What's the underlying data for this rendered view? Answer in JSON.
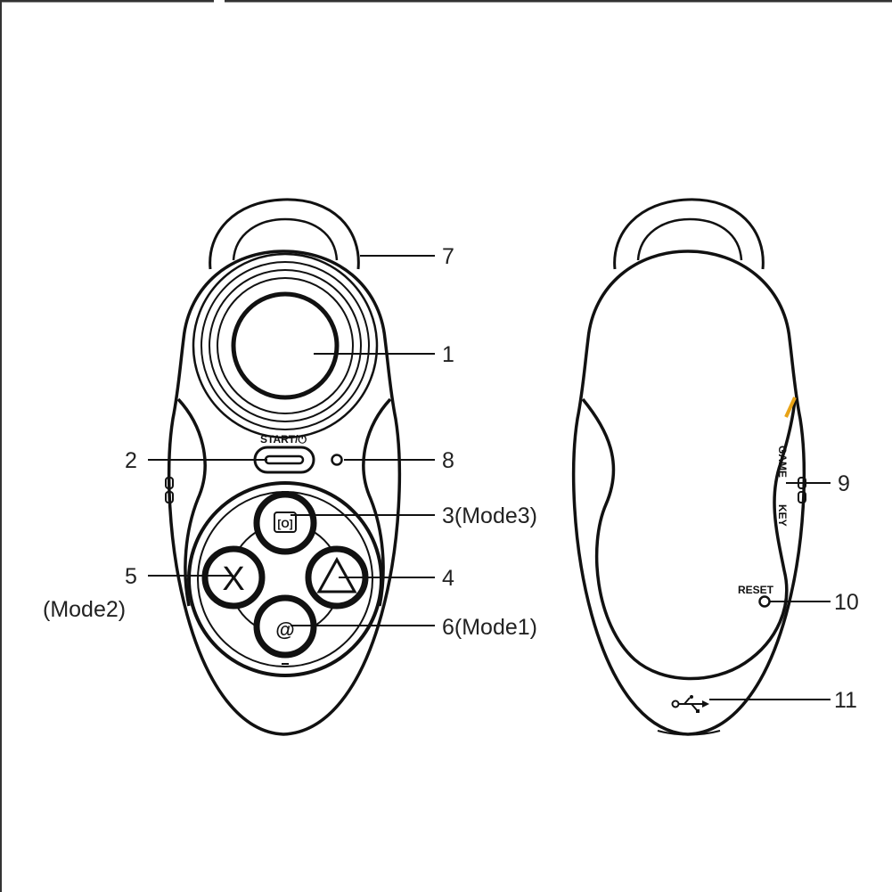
{
  "device_labels": {
    "start_power": "START/⏻",
    "mode3_key": "[O]",
    "mode2_key": "X",
    "mode4_key": "△",
    "mode1_key": "@",
    "game": "GAME",
    "key": "KEY",
    "reset": "RESET"
  },
  "callouts": {
    "c1": "1",
    "c2": "2",
    "c3": "3(Mode3)",
    "c4": "4",
    "c5": "5",
    "c5_mode": "(Mode2)",
    "c6": "6(Mode1)",
    "c7": "7",
    "c8": "8",
    "c9": "9",
    "c10": "10",
    "c11": "11"
  },
  "icons": {
    "usb": "usb-icon",
    "power": "power-icon"
  },
  "colors": {
    "line": "#111111",
    "accent_switch": "#e8a317",
    "text": "#222222"
  }
}
